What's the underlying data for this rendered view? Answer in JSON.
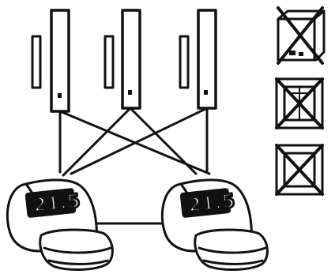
{
  "thermostats": [
    {
      "id": "left",
      "display": "21.5"
    },
    {
      "id": "right",
      "display": "21.5"
    }
  ],
  "sensors": [
    {
      "id": "sensor-1"
    },
    {
      "id": "sensor-2"
    },
    {
      "id": "sensor-3"
    }
  ],
  "excluded_devices": [
    {
      "id": "crossed-device-1",
      "icon": "crossed-out-box-device-icon"
    },
    {
      "id": "crossed-device-2",
      "icon": "crossed-out-wall-switch-icon"
    },
    {
      "id": "crossed-device-3",
      "icon": "crossed-out-wall-thermostat-icon"
    }
  ],
  "colors": {
    "line": "#111111",
    "background": "#ffffff",
    "display": "#111111"
  }
}
